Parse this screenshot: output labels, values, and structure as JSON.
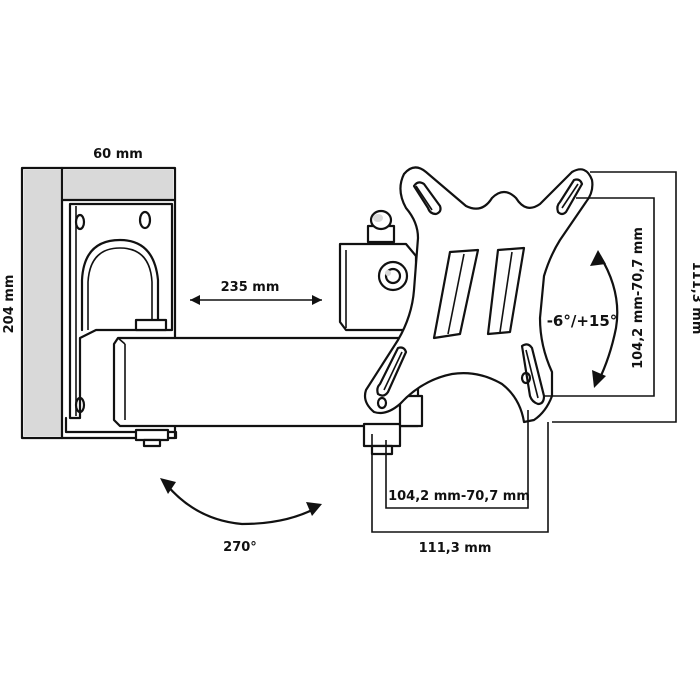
{
  "labels": {
    "width_60": "60 mm",
    "height_204": "204 mm",
    "arm_235": "235 mm",
    "rotation_270": "270°",
    "tilt": "-6°/+15°",
    "vesa_vertical_inner": "104,2 mm-70,7 mm",
    "vesa_vertical_outer": "111,3 mm",
    "vesa_horizontal_inner": "104,2 mm-70,7 mm",
    "vesa_horizontal_outer": "111,3 mm"
  },
  "colors": {
    "line": "#111111",
    "shade": "#d9d9d9",
    "background": "#ffffff"
  }
}
